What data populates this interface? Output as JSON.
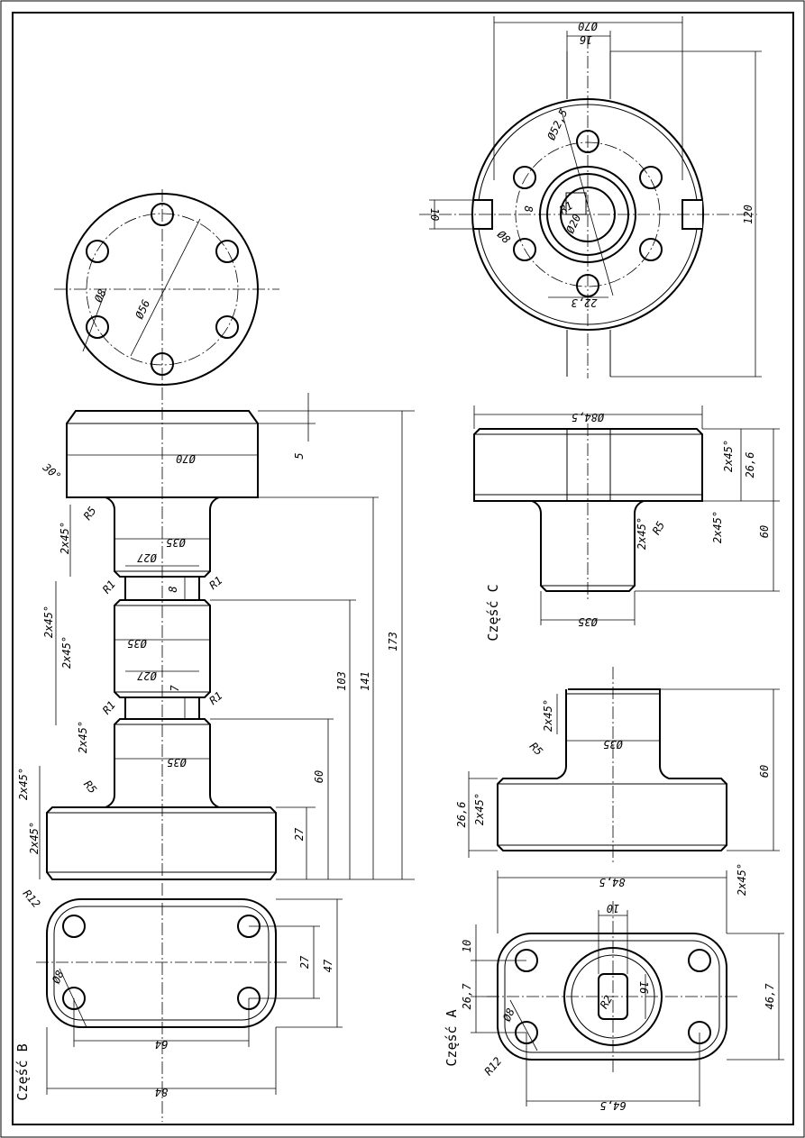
{
  "labels": {
    "part_b": "Część B",
    "part_c": "Część C",
    "part_a": "Część A"
  },
  "dims": {
    "d_70_top": "Ø70",
    "d_16": "16",
    "d_120": "120",
    "d_10_slot": "10",
    "d_52_5": "Ø52,5",
    "d_8_c": "8",
    "r1_c": "R1",
    "d_20": "Ø20",
    "d_8_hole_c": "Ø8",
    "d_22_3": "22,3",
    "d_8_hole_b": "Ø8",
    "d_56": "Ø56",
    "d_84_5_c": "Ø84,5",
    "ch_c1": "2x45°",
    "d_26_6_c": "26,6",
    "ch_c2": "2x45°",
    "r5_c": "R5",
    "ch_c3": "2x45°",
    "d_60_c": "60",
    "d_35_c": "Ø35",
    "d_70_b": "Ø70",
    "a_30": "30°",
    "d_5": "5",
    "r5_b": "R5",
    "ch_b1": "2x45°",
    "d_35_b1": "Ø35",
    "d_27_b1": "Ø27",
    "r1_b1": "R1",
    "r1_b2": "R1",
    "d_8_b": "8",
    "ch_b2": "2x45°",
    "ch_b3": "2x45°",
    "d_35_b2": "Ø35",
    "d_27_b2": "Ø27",
    "d_7": "7",
    "r1_b3": "R1",
    "r1_b4": "R1",
    "ch_b4": "2x45°",
    "d_35_b3": "Ø35",
    "r5_b2": "R5",
    "ch_b5": "2x45°",
    "ch_b6": "2x45°",
    "d_27_b": "27",
    "d_60_b": "60",
    "d_103": "103",
    "d_141": "141",
    "d_173": "173",
    "ch_a1": "2x45°",
    "d_35_a": "Ø35",
    "r5_a": "R5",
    "d_60_a": "60",
    "d_26_6_a": "26,6",
    "ch_a2": "2x45°",
    "ch_a3": "2x45°",
    "r12_b": "R12",
    "d_8_bb": "Ø8",
    "d_27_bb": "27",
    "d_47": "47",
    "d_64": "64",
    "d_84": "84",
    "d_84_5_a": "84,5",
    "d_10_a": "10",
    "d_10_a2": "10",
    "d_26_7": "26,7",
    "d_46_7": "46,7",
    "d_16_a": "16",
    "r2": "R2",
    "d_8_a": "Ø8",
    "r12_a": "R12",
    "d_64_5": "64,5"
  }
}
